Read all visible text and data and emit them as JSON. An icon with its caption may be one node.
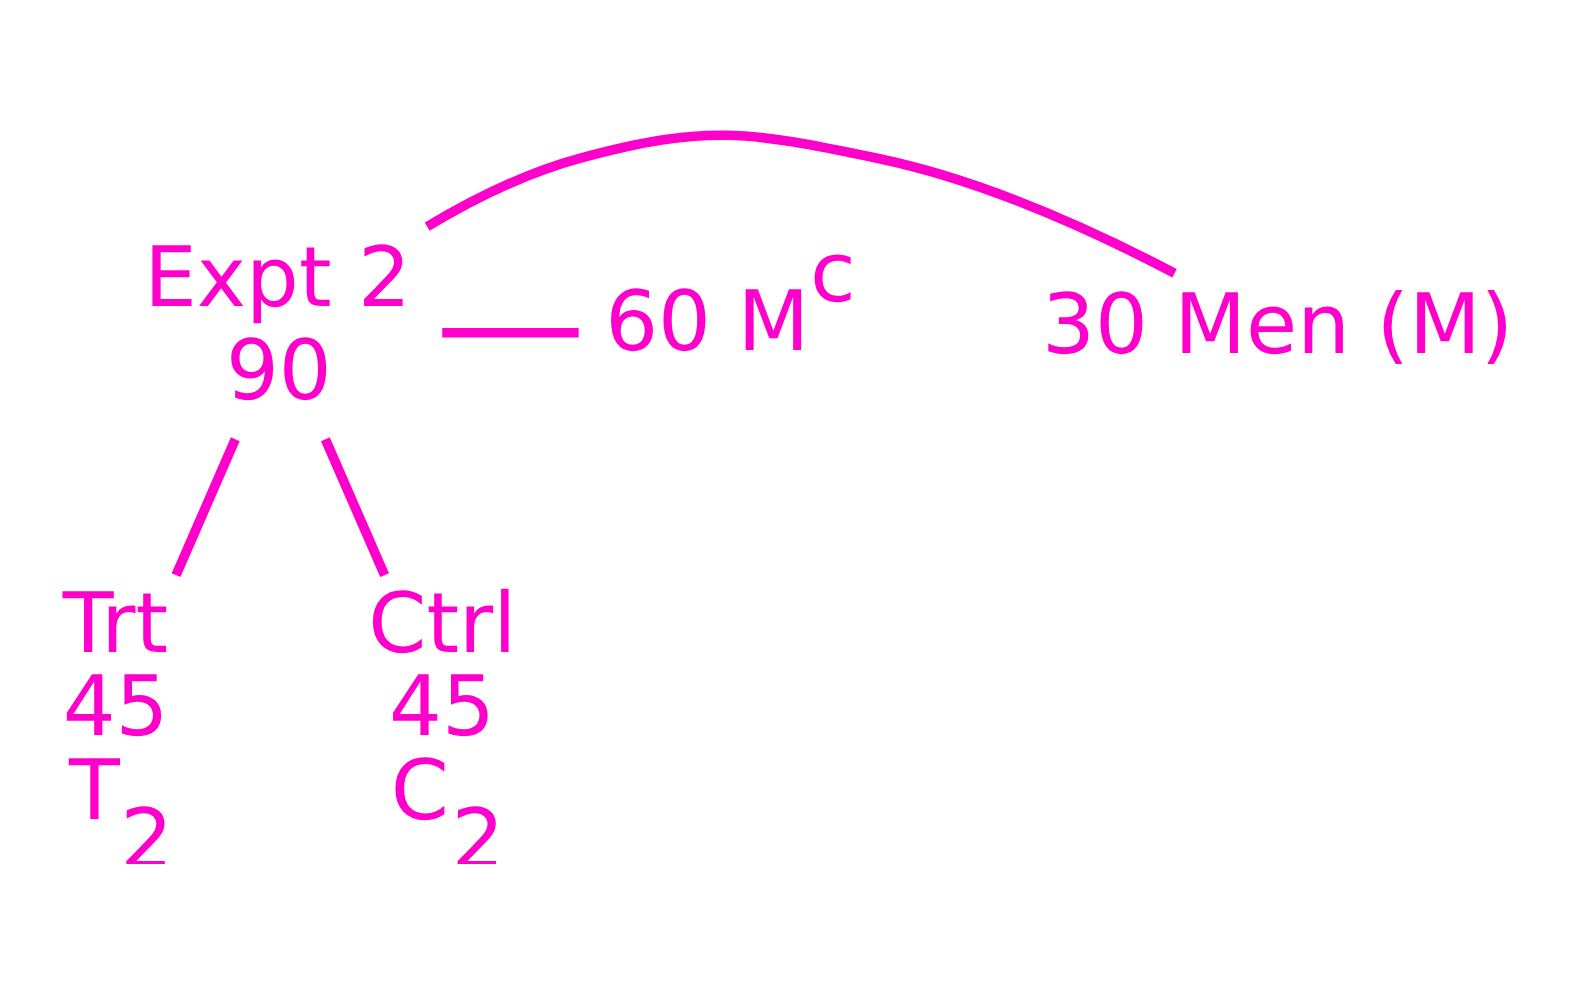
{
  "diagram": {
    "nodes": [
      {
        "text": [
          "Expt 2",
          "90"
        ]
      },
      {
        "text": [
          "30 Men (M)"
        ]
      },
      {
        "text": [
          "60 M$^{c}$"
        ]
      },
      {
        "text": [
          "Trt",
          "45",
          "T$_{2}$"
        ]
      },
      {
        "text": [
          "Ctrl",
          "45",
          "C$_{2}$"
        ]
      }
    ],
    "edges": [
      {
        "from": 0,
        "to": 1,
        "arrow": "none"
      },
      {
        "from": 0,
        "to": 2,
        "arrow": "none"
      },
      {
        "from": 0,
        "to": 3,
        "arrow": "none"
      },
      {
        "from": 0,
        "to": 4,
        "arrow": "none"
      }
    ]
  }
}
